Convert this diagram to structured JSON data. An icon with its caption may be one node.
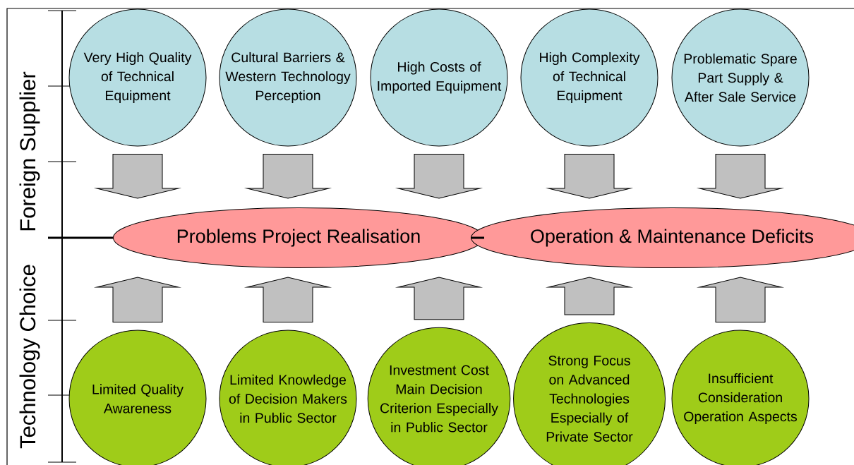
{
  "diagram": {
    "nodes": [
      {
        "text": [
          "Very High Quality of Technical Equipment"
        ]
      },
      {
        "text": [
          "Cultural Barriers & Western Technology Perception"
        ]
      },
      {
        "text": [
          "High Costs of Imported Equipment"
        ]
      },
      {
        "text": [
          "High Complexity of Technical Equipment"
        ]
      },
      {
        "text": [
          "Problematic Spare Part Supply & After Sale Service"
        ]
      },
      {
        "text": [
          "Problems Project Realisation"
        ]
      },
      {
        "text": [
          "Operation & Maintenance Deficits"
        ]
      },
      {
        "text": [
          "Limited Quality Awareness"
        ]
      },
      {
        "text": [
          "Limited Knowledge of Decision Makers in Public Sector"
        ]
      },
      {
        "text": [
          "Investment Cost Main Decision Criterion Especially in Public Sector"
        ]
      },
      {
        "text": [
          "Strong Focus on Advanced Technologies Especially of Private Sector"
        ]
      },
      {
        "text": [
          "Insufficient Consideration Operation Aspects"
        ]
      }
    ],
    "edges": [
      {
        "from": 0,
        "to": 5,
        "arrow": "to"
      },
      {
        "from": 1,
        "to": 5,
        "arrow": "to"
      },
      {
        "from": 2,
        "to": 5,
        "arrow": "to"
      },
      {
        "from": 3,
        "to": 6,
        "arrow": "to"
      },
      {
        "from": 4,
        "to": 6,
        "arrow": "to"
      },
      {
        "from": 5,
        "to": 6,
        "arrow": "none"
      },
      {
        "from": 7,
        "to": 5,
        "arrow": "to"
      },
      {
        "from": 8,
        "to": 5,
        "arrow": "to"
      },
      {
        "from": 9,
        "to": 5,
        "arrow": "to"
      },
      {
        "from": 10,
        "to": 6,
        "arrow": "to"
      },
      {
        "from": 11,
        "to": 6,
        "arrow": "to"
      }
    ],
    "labels": [
      "Foreign Supplier",
      "Technology Choice"
    ]
  }
}
